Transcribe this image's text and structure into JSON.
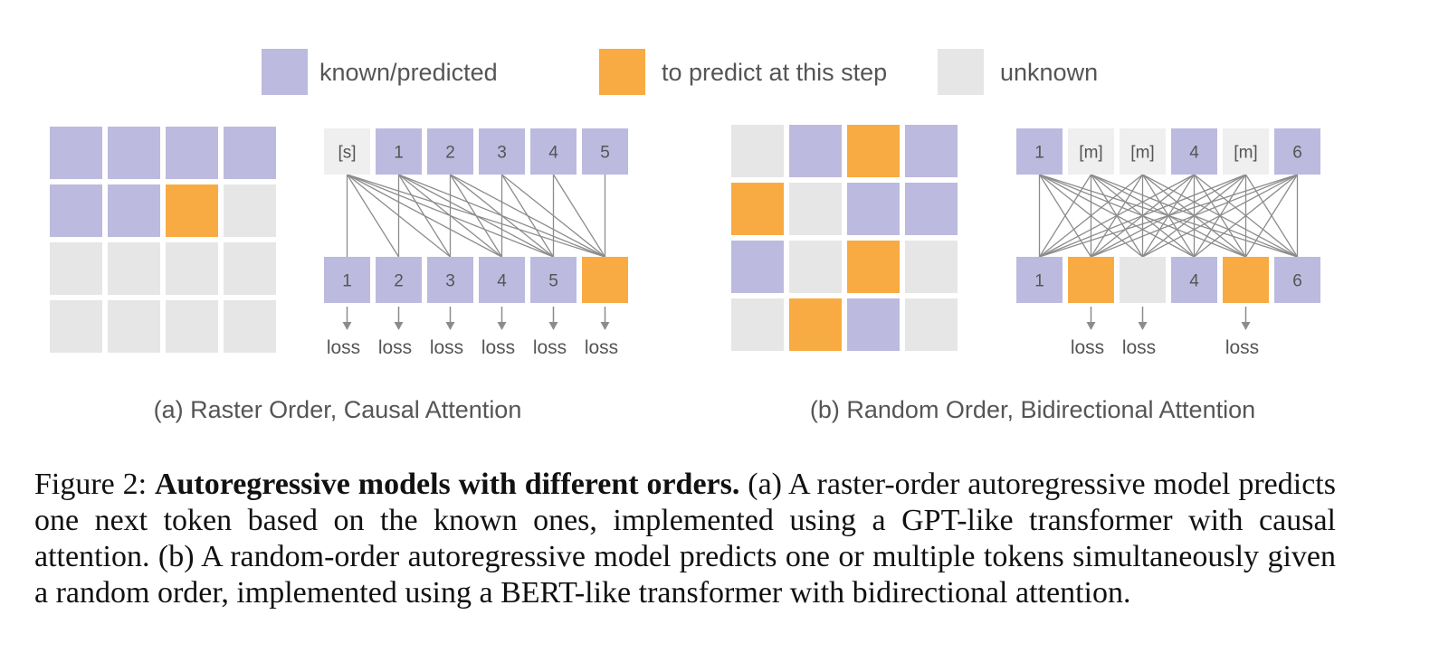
{
  "colors": {
    "known": "#bdbadf",
    "predict": "#f8ab42",
    "unknown": "#e6e6e7",
    "start": "#efefef",
    "line": "#8c8c8c",
    "text": "#555555"
  },
  "legend": [
    {
      "label": "known/predicted",
      "state": "known"
    },
    {
      "label": "to predict at this step",
      "state": "predict"
    },
    {
      "label": "unknown",
      "state": "unknown"
    }
  ],
  "panel_a": {
    "grid": [
      [
        "known",
        "known",
        "known",
        "known"
      ],
      [
        "known",
        "known",
        "predict",
        "unknown"
      ],
      [
        "unknown",
        "unknown",
        "unknown",
        "unknown"
      ],
      [
        "unknown",
        "unknown",
        "unknown",
        "unknown"
      ]
    ],
    "inputs": [
      {
        "label": "[s]",
        "state": "start"
      },
      {
        "label": "1",
        "state": "known"
      },
      {
        "label": "2",
        "state": "known"
      },
      {
        "label": "3",
        "state": "known"
      },
      {
        "label": "4",
        "state": "known"
      },
      {
        "label": "5",
        "state": "known"
      }
    ],
    "outputs": [
      {
        "label": "1",
        "state": "known",
        "loss": true
      },
      {
        "label": "2",
        "state": "known",
        "loss": true
      },
      {
        "label": "3",
        "state": "known",
        "loss": true
      },
      {
        "label": "4",
        "state": "known",
        "loss": true
      },
      {
        "label": "5",
        "state": "known",
        "loss": true
      },
      {
        "label": "",
        "state": "predict",
        "loss": true
      }
    ],
    "loss_label": "loss",
    "subtitle": "(a) Raster Order, Causal Attention"
  },
  "panel_b": {
    "grid": [
      [
        "unknown",
        "known",
        "predict",
        "known"
      ],
      [
        "predict",
        "unknown",
        "known",
        "known"
      ],
      [
        "known",
        "unknown",
        "predict",
        "unknown"
      ],
      [
        "unknown",
        "predict",
        "known",
        "unknown"
      ]
    ],
    "inputs": [
      {
        "label": "1",
        "state": "known"
      },
      {
        "label": "[m]",
        "state": "start"
      },
      {
        "label": "[m]",
        "state": "start"
      },
      {
        "label": "4",
        "state": "known"
      },
      {
        "label": "[m]",
        "state": "start"
      },
      {
        "label": "6",
        "state": "known"
      }
    ],
    "outputs": [
      {
        "label": "1",
        "state": "known",
        "loss": false
      },
      {
        "label": "",
        "state": "predict",
        "loss": true
      },
      {
        "label": "",
        "state": "unknown",
        "loss": true
      },
      {
        "label": "4",
        "state": "known",
        "loss": false
      },
      {
        "label": "",
        "state": "predict",
        "loss": true
      },
      {
        "label": "6",
        "state": "known",
        "loss": false
      }
    ],
    "loss_label": "loss",
    "subtitle": "(b) Random Order, Bidirectional Attention"
  },
  "caption": {
    "prefix": "Figure 2: ",
    "bold": "Autoregressive models with different orders.",
    "text": " (a) A raster-order autoregressive model predicts one next token based on the known ones, implemented using a GPT-like transformer with causal attention. (b) A random-order autoregressive model predicts one or multiple tokens simultaneously given a random order, implemented using a BERT-like transformer with bidirectional attention."
  }
}
